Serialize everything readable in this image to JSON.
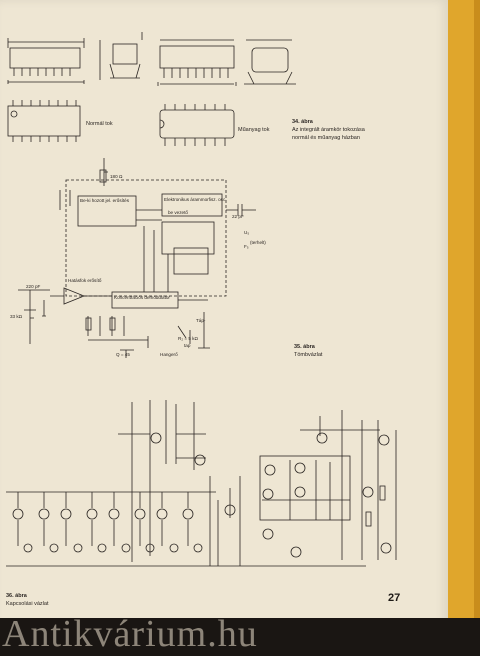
{
  "figures": {
    "fig34": {
      "number": "34. ábra",
      "caption_line1": "Az integrált áramkör tokozása",
      "caption_line2": "normál és műanyag házban"
    },
    "fig35": {
      "number": "35. ábra",
      "caption": "Tömbvázlat"
    },
    "fig36": {
      "number": "36. ábra",
      "caption": "Kapcsolási vázlat"
    }
  },
  "package_labels": {
    "normal": "Normál tok",
    "plastic": "Műanyag tok"
  },
  "block_labels": {
    "limiter": "Be-ki hozott jel. erősítés",
    "elektronikus": "Elektronikus árammorfisz. osc.",
    "bevezeto": "be vezető",
    "kondenzator_demod": "Koncentrációs demodulátor",
    "oszcillator": "Hatásfok erősítő"
  },
  "component_labels": {
    "c22pf": "22 pF",
    "c220pf": "220 pF",
    "r180": "180 Ω",
    "r33": "33 kΩ",
    "hangero": "Hangerő",
    "tarsitas": "Táp-",
    "terhelt": "(terhelt)",
    "r2": "R₂ = 5 kΩ",
    "r2_tap": "tap",
    "u5": "U₅",
    "f5": "F₅",
    "q_label": "Q = 45"
  },
  "page_number": "27",
  "watermark": "Antikvárium.hu"
}
